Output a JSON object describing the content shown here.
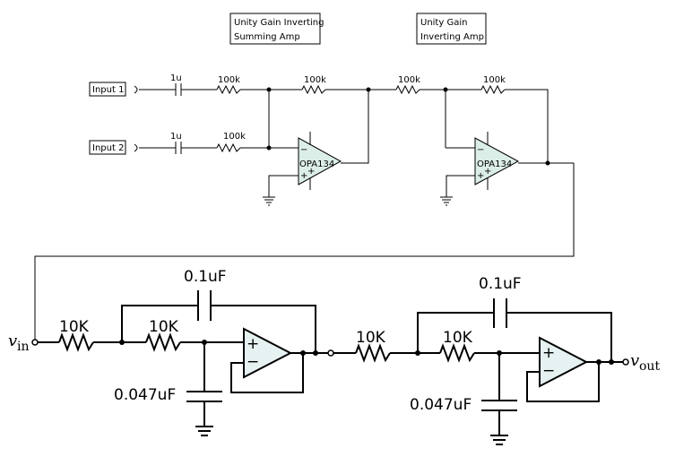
{
  "top": {
    "stage1_title_line1": "Unity Gain Inverting",
    "stage1_title_line2": "Summing Amp",
    "stage2_title_line1": "Unity Gain",
    "stage2_title_line2": "Inverting Amp",
    "input1_label": "Input 1",
    "input2_label": "Input 2",
    "cap1_label": "1u",
    "cap2_label": "1u",
    "r_in1_label": "100k",
    "r_in2_label": "100k",
    "r_fb1_label": "100k",
    "r_mid_label": "100k",
    "r_fb2_label": "100k",
    "opamp1_label": "OPA134",
    "opamp2_label": "OPA134",
    "minus": "−",
    "plus": "+"
  },
  "bottom": {
    "vin_main": "v",
    "vin_sub": "in",
    "vout_main": "v",
    "vout_sub": "out",
    "stage1_r1_label": "10K",
    "stage1_r2_label": "10K",
    "stage1_fb_cap_label": "0.1uF",
    "stage1_gnd_cap_label": "0.047uF",
    "stage2_r1_label": "10K",
    "stage2_r2_label": "10K",
    "stage2_fb_cap_label": "0.1uF",
    "stage2_gnd_cap_label": "0.047uF",
    "plus": "+",
    "minus": "−"
  }
}
